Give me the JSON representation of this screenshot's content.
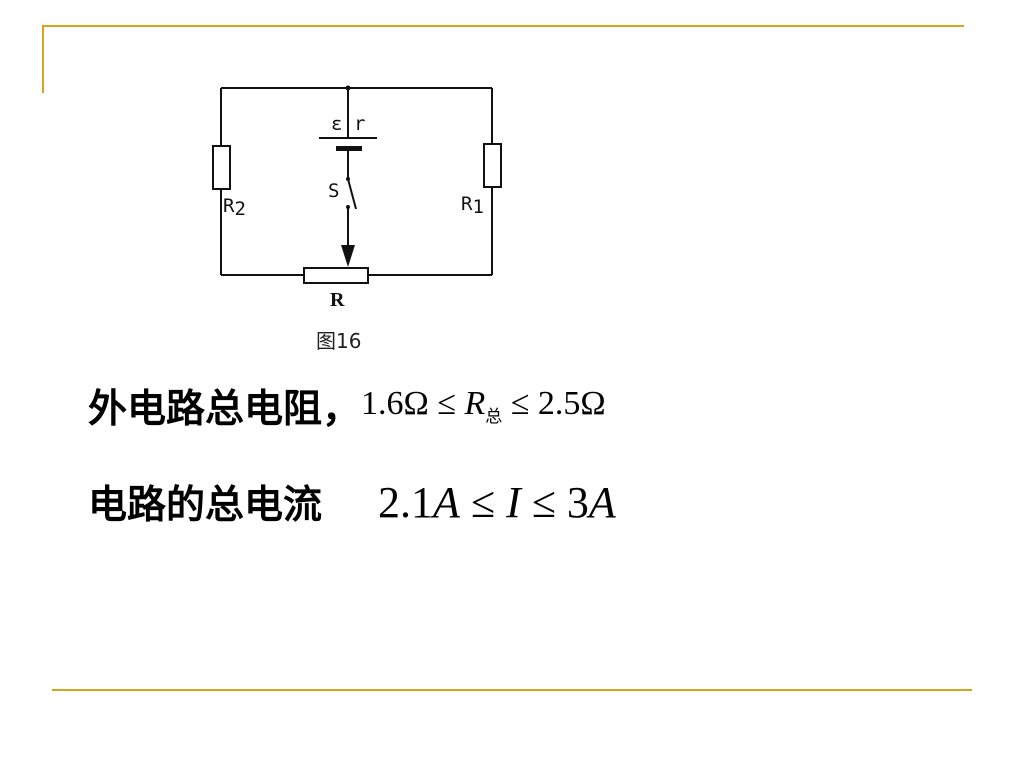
{
  "diagram": {
    "emf_label": "ε",
    "internal_r_label": "r",
    "switch_label": "S",
    "r2_label": "R",
    "r2_sub": "2",
    "r1_label": "R",
    "r1_sub": "1",
    "rheostat_label": "R",
    "caption": "图16"
  },
  "line1": {
    "text": "外电路总电阻，",
    "math_start": "1.6Ω ≤ ",
    "math_var": "R",
    "math_sub": "总",
    "math_end": " ≤ 2.5Ω"
  },
  "line2": {
    "text": "电路的总电流",
    "m_a": "2.1",
    "m_b": "A",
    "m_c": " ≤ ",
    "m_d": "I",
    "m_e": " ≤ 3",
    "m_f": "A"
  },
  "colors": {
    "accent_rule": "#d8a31f"
  }
}
